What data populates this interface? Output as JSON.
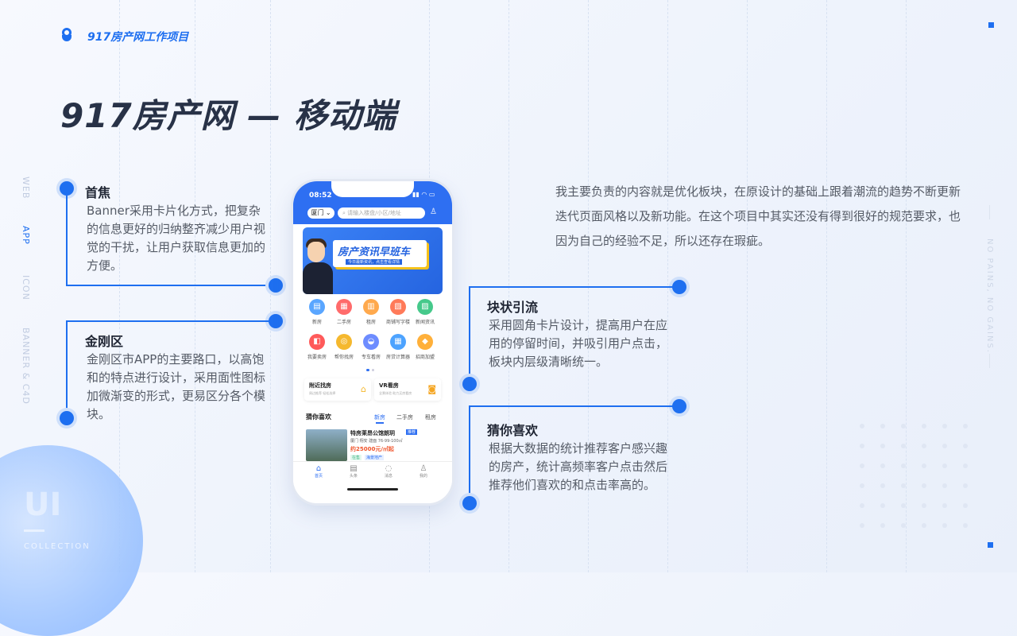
{
  "header": {
    "project_title": "917房产网工作项目",
    "main_title": "917房产网 — 移动端"
  },
  "side_nav": [
    "WEB",
    "APP",
    "ICON",
    "BANNER & C4D"
  ],
  "side_nav_active": "APP",
  "watermark": {
    "big": "UI",
    "small": "COLLECTION"
  },
  "right_tag": "NO PAINS, NO GAINS.",
  "intro": "我主要负责的内容就是优化板块，在原设计的基础上跟着潮流的趋势不断更新迭代页面风格以及新功能。在这个项目中其实还没有得到很好的规范要求，也因为自己的经验不足，所以还存在瑕疵。",
  "sections": {
    "focus": {
      "title": "首焦",
      "body": "Banner采用卡片化方式，把复杂的信息更好的归纳整齐减少用户视觉的干扰，让用户获取信息更加的方便。"
    },
    "kingkong": {
      "title": "金刚区",
      "body": "金刚区市APP的主要路口，以高饱和的特点进行设计，采用面性图标加微渐变的形式，更易区分各个模块。"
    },
    "blocks": {
      "title": "块状引流",
      "body": "采用圆角卡片设计，提高用户在应用的停留时间，并吸引用户点击，板块内层级清晰统一。"
    },
    "guess": {
      "title": "猜你喜欢",
      "body": "根据大数据的统计推荐客户感兴趣的房产，统计高频率客户点击然后推荐他们喜欢的和点击率高的。"
    }
  },
  "phone": {
    "time": "08:52",
    "status_icons": "▮▮ ◠ ▭",
    "city": "厦门",
    "search_placeholder": "请输入楼盘/小区/地址",
    "banner_title": "房产资讯早班车",
    "banner_sub": "今日最新资讯，点击查看详情",
    "icons": [
      {
        "label": "新房",
        "color": "#5aa6ff",
        "glyph": "▤"
      },
      {
        "label": "二手房",
        "color": "#ff6b6b",
        "glyph": "▦"
      },
      {
        "label": "租房",
        "color": "#ffa94d",
        "glyph": "▥"
      },
      {
        "label": "商铺写字楼",
        "color": "#ff7a59",
        "glyph": "▧"
      },
      {
        "label": "新闻资讯",
        "color": "#46c98b",
        "glyph": "▨"
      },
      {
        "label": "我要卖房",
        "color": "#ff5a5a",
        "glyph": "◧"
      },
      {
        "label": "帮你找房",
        "color": "#f5b82e",
        "glyph": "◎"
      },
      {
        "label": "专车看房",
        "color": "#6d8cff",
        "glyph": "◒"
      },
      {
        "label": "房贷计算器",
        "color": "#4da3ff",
        "glyph": "▦"
      },
      {
        "label": "招商加盟",
        "color": "#ffb03a",
        "glyph": "◆"
      }
    ],
    "cards": [
      {
        "title": "附近找房",
        "sub": "周边推荐 轻松选择",
        "icon": "⌂",
        "color": "#f5b82e"
      },
      {
        "title": "VR看房",
        "sub": "全景体验 助力买房看房",
        "icon": "◙",
        "color": "#f5a623"
      }
    ],
    "guess_title": "猜你喜欢",
    "tabs": [
      "新房",
      "二手房",
      "租房"
    ],
    "listing": {
      "name": "特房莱昂公馆朗玥",
      "badge": "推荐",
      "meta": "厦门 翔安  建面 76-99-100㎡",
      "price": "约25000元/㎡起",
      "tag1": "在售",
      "tag2": "海景地产"
    },
    "tabbar": [
      "首页",
      "头条",
      "消息",
      "我的"
    ]
  }
}
